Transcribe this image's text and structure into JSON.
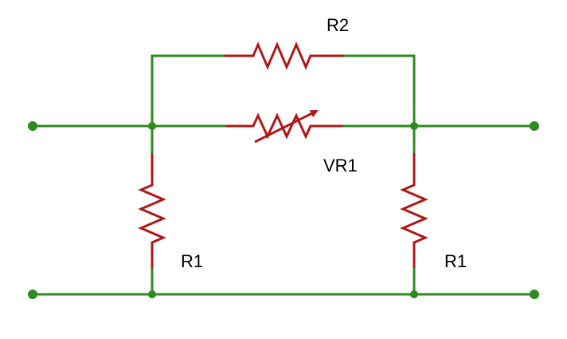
{
  "colors": {
    "wire": "#2e8b1f",
    "component": "#b01818",
    "node": "#2e8b1f",
    "text": "#000000",
    "background": "#ffffff"
  },
  "labels": {
    "r2": "R2",
    "vr1": "VR1",
    "r1_left": "R1",
    "r1_right": "R1"
  },
  "components": [
    {
      "id": "R2",
      "type": "resistor"
    },
    {
      "id": "VR1",
      "type": "variable-resistor"
    },
    {
      "id": "R1",
      "type": "resistor"
    },
    {
      "id": "R1",
      "type": "resistor"
    }
  ]
}
